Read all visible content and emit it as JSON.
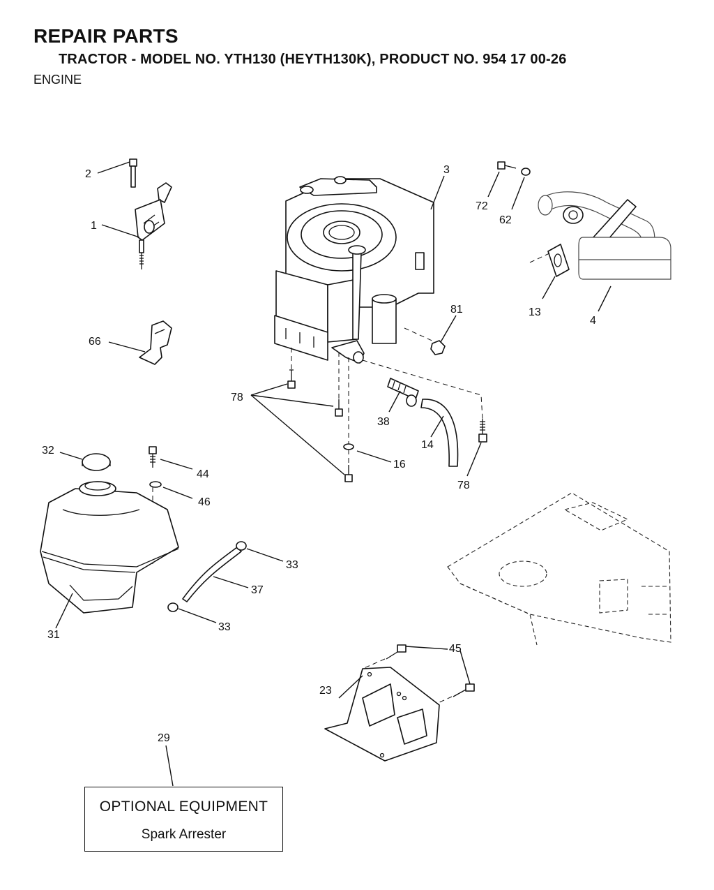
{
  "header": {
    "title": "REPAIR PARTS",
    "subtitle": "TRACTOR - MODEL NO. YTH130 (HEYTH130K), PRODUCT NO. 954 17 00-26",
    "section": "ENGINE"
  },
  "callouts": {
    "c2": "2",
    "c1": "1",
    "c3": "3",
    "c72": "72",
    "c62": "62",
    "c13": "13",
    "c4": "4",
    "c66": "66",
    "c81": "81",
    "c78a": "78",
    "c38": "38",
    "c14": "14",
    "c16": "16",
    "c78b": "78",
    "c32": "32",
    "c44": "44",
    "c46": "46",
    "c33a": "33",
    "c37": "37",
    "c33b": "33",
    "c31": "31",
    "c45": "45",
    "c23": "23",
    "c29": "29"
  },
  "optional_box": {
    "heading": "OPTIONAL EQUIPMENT",
    "item": "Spark Arrester"
  }
}
